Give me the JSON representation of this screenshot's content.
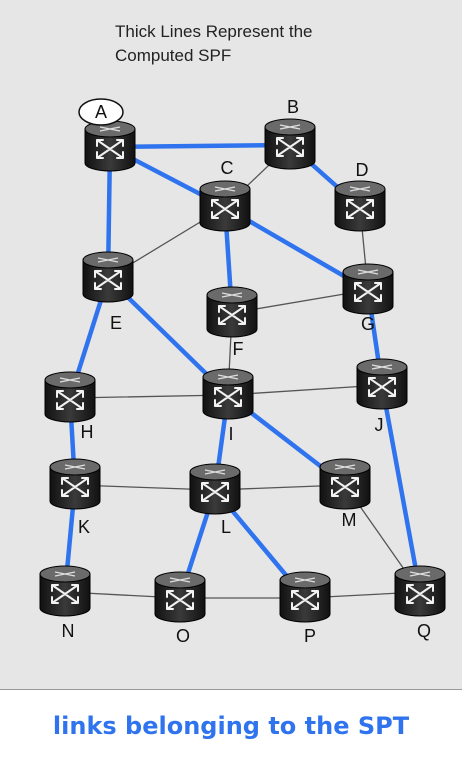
{
  "figure": {
    "title_lines": [
      "Thick Lines Represent the",
      "Computed SPF"
    ],
    "colors": {
      "background": "#e6e6e6",
      "spf_link": "#2f74ee",
      "other_link": "#555555",
      "router": "#1a1a1a"
    }
  },
  "routers": [
    {
      "id": "A",
      "label": "A",
      "root": true
    },
    {
      "id": "B",
      "label": "B"
    },
    {
      "id": "C",
      "label": "C"
    },
    {
      "id": "D",
      "label": "D"
    },
    {
      "id": "E",
      "label": "E"
    },
    {
      "id": "F",
      "label": "F"
    },
    {
      "id": "G",
      "label": "G"
    },
    {
      "id": "H",
      "label": "H"
    },
    {
      "id": "I",
      "label": "I"
    },
    {
      "id": "J",
      "label": "J"
    },
    {
      "id": "K",
      "label": "K"
    },
    {
      "id": "L",
      "label": "L"
    },
    {
      "id": "M",
      "label": "M"
    },
    {
      "id": "N",
      "label": "N"
    },
    {
      "id": "O",
      "label": "O"
    },
    {
      "id": "P",
      "label": "P"
    },
    {
      "id": "Q",
      "label": "Q"
    }
  ],
  "links": [
    {
      "from": "A",
      "to": "B",
      "spf": true
    },
    {
      "from": "A",
      "to": "C",
      "spf": true
    },
    {
      "from": "A",
      "to": "E",
      "spf": true
    },
    {
      "from": "B",
      "to": "C",
      "spf": false
    },
    {
      "from": "B",
      "to": "D",
      "spf": true
    },
    {
      "from": "C",
      "to": "E",
      "spf": false
    },
    {
      "from": "C",
      "to": "F",
      "spf": true
    },
    {
      "from": "C",
      "to": "G",
      "spf": true
    },
    {
      "from": "D",
      "to": "G",
      "spf": false
    },
    {
      "from": "F",
      "to": "G",
      "spf": false
    },
    {
      "from": "F",
      "to": "I",
      "spf": false
    },
    {
      "from": "E",
      "to": "H",
      "spf": true
    },
    {
      "from": "E",
      "to": "I",
      "spf": true
    },
    {
      "from": "G",
      "to": "J",
      "spf": true
    },
    {
      "from": "H",
      "to": "I",
      "spf": false
    },
    {
      "from": "I",
      "to": "J",
      "spf": false
    },
    {
      "from": "H",
      "to": "K",
      "spf": true
    },
    {
      "from": "I",
      "to": "L",
      "spf": true
    },
    {
      "from": "I",
      "to": "M",
      "spf": true
    },
    {
      "from": "K",
      "to": "L",
      "spf": false
    },
    {
      "from": "L",
      "to": "M",
      "spf": false
    },
    {
      "from": "J",
      "to": "Q",
      "spf": true
    },
    {
      "from": "M",
      "to": "Q",
      "spf": false
    },
    {
      "from": "K",
      "to": "N",
      "spf": true
    },
    {
      "from": "L",
      "to": "O",
      "spf": true
    },
    {
      "from": "L",
      "to": "P",
      "spf": true
    },
    {
      "from": "N",
      "to": "O",
      "spf": false
    },
    {
      "from": "O",
      "to": "P",
      "spf": false
    },
    {
      "from": "P",
      "to": "Q",
      "spf": false
    }
  ],
  "caption": "links belonging to the SPT"
}
